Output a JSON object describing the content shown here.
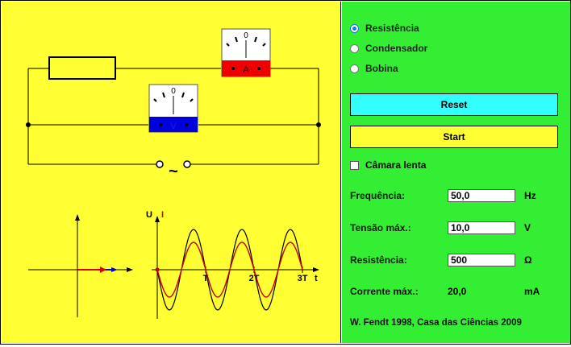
{
  "options": {
    "resistor": "Resistência",
    "capacitor": "Condensador",
    "coil": "Bobina",
    "selected": "resistor"
  },
  "buttons": {
    "reset": "Reset",
    "start": "Start"
  },
  "slow_motion": {
    "label": "Câmara lenta",
    "checked": false
  },
  "params": {
    "frequency": {
      "label": "Frequência:",
      "value": "50,0",
      "unit": "Hz"
    },
    "voltage": {
      "label": "Tensão máx.:",
      "value": "10,0",
      "unit": "V"
    },
    "resistance": {
      "label": "Resistência:",
      "value": "500",
      "unit": "Ω"
    },
    "current": {
      "label": "Corrente máx.:",
      "value": "20,0",
      "unit": "mA"
    }
  },
  "credits": "W. Fendt 1998,  Casa das Ciências 2009",
  "meters": {
    "ammeter": {
      "zero": "0",
      "unit": "A"
    },
    "voltmeter": {
      "zero": "0",
      "unit": "V"
    }
  },
  "source_symbol": "~",
  "graph": {
    "u_label": "U",
    "i_label": "I",
    "t_label": "t",
    "ticks": [
      "T",
      "2T",
      "3T"
    ]
  },
  "colors": {
    "left_bg": "#ffff33",
    "right_bg": "#33ee33",
    "reset_bg": "#33ffff",
    "start_bg": "#ffff33",
    "voltage_curve": "#000000",
    "current_curve": "#cc0000",
    "ammeter_band": "#ee0000",
    "voltmeter_band": "#0000dd"
  }
}
